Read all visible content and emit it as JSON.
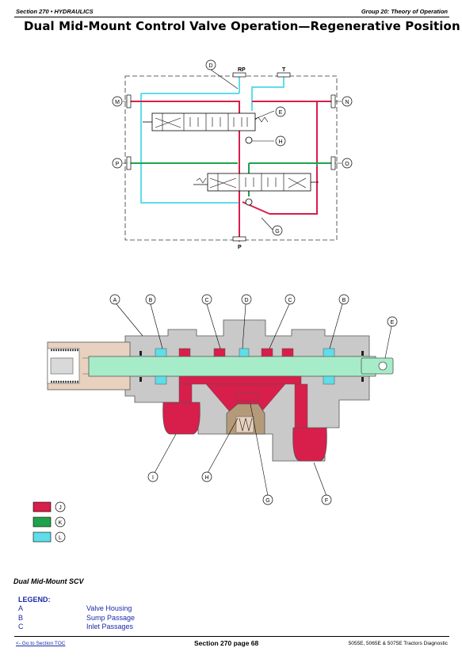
{
  "header": {
    "section": "Section 270 • HYDRAULICS",
    "group": "Group 20: Theory of Operation"
  },
  "title": "Dual Mid-Mount Control Valve Operation—Regenerative Position",
  "schematic": {
    "port_rp": "RP",
    "port_t": "T",
    "port_p": "P",
    "callouts": {
      "D": "D",
      "E": "E",
      "H": "H",
      "G": "G",
      "M": "M",
      "N": "N",
      "P": "P",
      "O": "O"
    }
  },
  "cutaway": {
    "callouts": {
      "A": "A",
      "B1": "B",
      "C1": "C",
      "D": "D",
      "C2": "C",
      "B2": "B",
      "E": "E",
      "I": "I",
      "H": "H",
      "G": "G",
      "F": "F"
    }
  },
  "color_key": [
    {
      "letter": "J",
      "color": "#d81e4a"
    },
    {
      "letter": "K",
      "color": "#1fa34a"
    },
    {
      "letter": "L",
      "color": "#5fdde8"
    }
  ],
  "caption": "Dual Mid-Mount SCV",
  "legend": {
    "title": "LEGEND:",
    "items": [
      {
        "key": "A",
        "value": "Valve Housing"
      },
      {
        "key": "B",
        "value": "Sump Passage"
      },
      {
        "key": "C",
        "value": "Inlet Passages"
      }
    ]
  },
  "footer": {
    "toc_link": "<- Go to Section TOC",
    "page": "Section 270 page 68",
    "doc": "5055E, 5065E & 5075E Tractors Diagnostic"
  },
  "colors": {
    "pressure": "#d81e4a",
    "regen": "#1fa34a",
    "return": "#5fdde8",
    "housing": "#c9c9c9"
  }
}
